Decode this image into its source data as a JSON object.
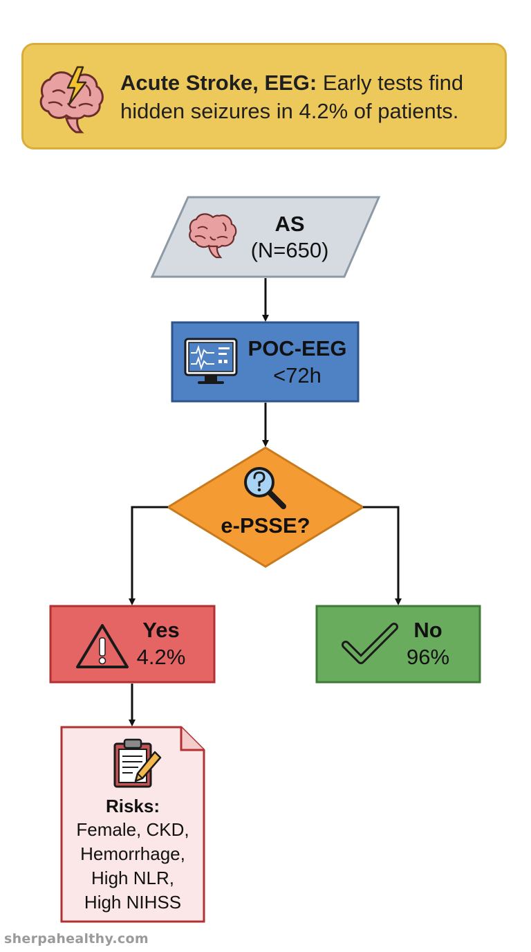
{
  "banner": {
    "title": "Acute Stroke, EEG:",
    "text": " Early tests find hidden seizures in 4.2% of patients.",
    "icon": "brain-lightning-icon",
    "bg_color": "#edc95c"
  },
  "nodes": {
    "as": {
      "title": "AS",
      "subtitle": "(N=650)",
      "icon": "brain-icon",
      "color": "#d5dbe1"
    },
    "poc": {
      "title": "POC-EEG",
      "subtitle": "<72h",
      "icon": "eeg-monitor-icon",
      "color": "#4f81c5"
    },
    "decision": {
      "title": "e-PSSE?",
      "icon": "magnifier-question-icon",
      "color": "#f59b33"
    },
    "yes": {
      "title": "Yes",
      "subtitle": "4.2%",
      "icon": "warning-icon",
      "color": "#e56565"
    },
    "no": {
      "title": "No",
      "subtitle": "96%",
      "icon": "checkmark-icon",
      "color": "#6aac5e"
    },
    "risks": {
      "title": "Risks:",
      "lines": [
        "Female, CKD,",
        "Hemorrhage,",
        "High NLR,",
        "High NIHSS"
      ],
      "icon": "clipboard-pencil-icon",
      "color": "#fbe7e7"
    }
  },
  "footer": {
    "text": "sherpahealthy.com"
  }
}
